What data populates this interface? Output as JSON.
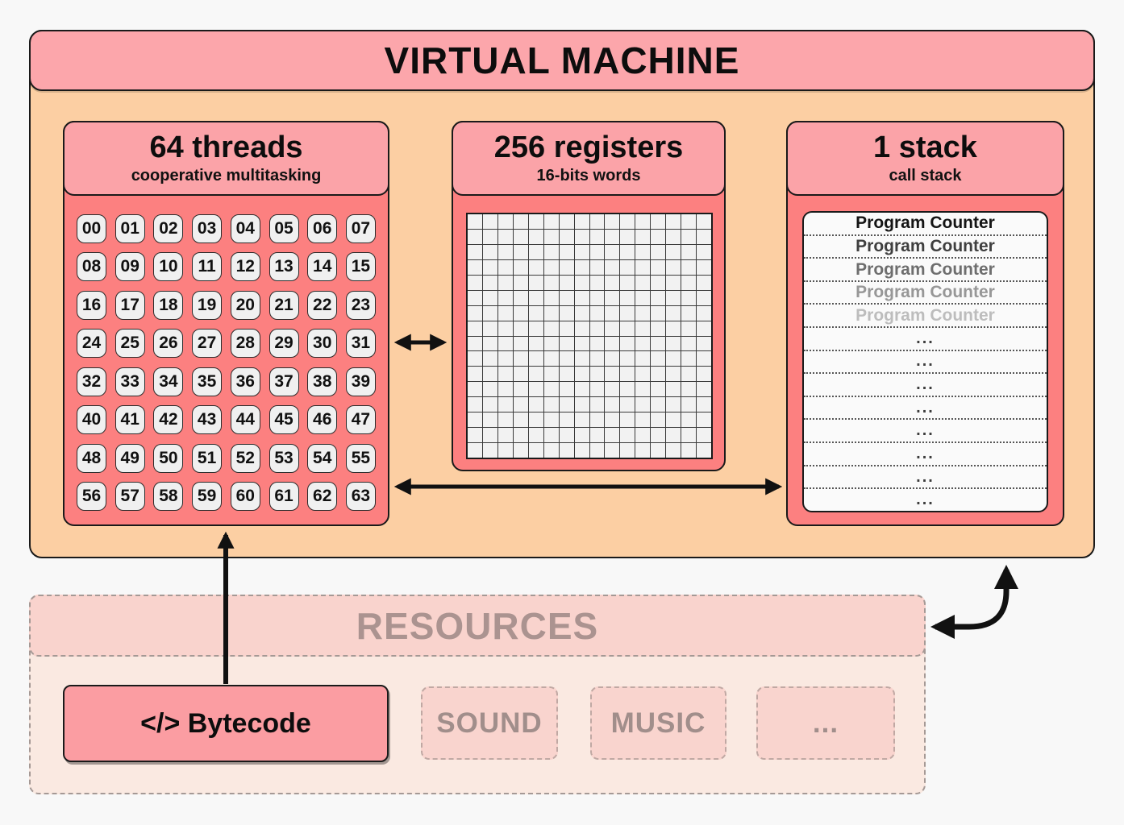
{
  "colors": {
    "page_bg": "#f8f8f8",
    "vm_bg": "#fccfa3",
    "vm_title_bg": "#fca6ab",
    "panel_header_bg": "#fba3a8",
    "panel_body_bg": "#fc8080",
    "thread_cell_bg": "#f0f0f0",
    "stack_list_bg": "#fafafa",
    "resources_bg": "#fae9e1",
    "resources_header_bg": "#f9d3cd",
    "resources_text": "#ab9390",
    "bytecode_bg": "#fb9da2",
    "faded_box_bg": "#f9d4ce",
    "faded_box_text": "#a18e8b",
    "arrow": "#111111"
  },
  "vm": {
    "title": "VIRTUAL MACHINE",
    "threads": {
      "title": "64 threads",
      "subtitle": "cooperative multitasking",
      "cells": [
        "00",
        "01",
        "02",
        "03",
        "04",
        "05",
        "06",
        "07",
        "08",
        "09",
        "10",
        "11",
        "12",
        "13",
        "14",
        "15",
        "16",
        "17",
        "18",
        "19",
        "20",
        "21",
        "22",
        "23",
        "24",
        "25",
        "26",
        "27",
        "28",
        "29",
        "30",
        "31",
        "32",
        "33",
        "34",
        "35",
        "36",
        "37",
        "38",
        "39",
        "40",
        "41",
        "42",
        "43",
        "44",
        "45",
        "46",
        "47",
        "48",
        "49",
        "50",
        "51",
        "52",
        "53",
        "54",
        "55",
        "56",
        "57",
        "58",
        "59",
        "60",
        "61",
        "62",
        "63"
      ]
    },
    "registers": {
      "title": "256 registers",
      "subtitle": "16-bits words",
      "grid_rows": 16,
      "grid_cols": 16
    },
    "stack": {
      "title": "1 stack",
      "subtitle": "call stack",
      "rows": [
        {
          "label": "Program Counter",
          "color": "#141414"
        },
        {
          "label": "Program Counter",
          "color": "#3f3f3f"
        },
        {
          "label": "Program Counter",
          "color": "#6e6e6e"
        },
        {
          "label": "Program Counter",
          "color": "#979797"
        },
        {
          "label": "Program Counter",
          "color": "#bdbdbd"
        },
        {
          "label": "...",
          "color": "#3d3d3d"
        },
        {
          "label": "...",
          "color": "#3d3d3d"
        },
        {
          "label": "...",
          "color": "#3d3d3d"
        },
        {
          "label": "...",
          "color": "#3d3d3d"
        },
        {
          "label": "...",
          "color": "#3d3d3d"
        },
        {
          "label": "...",
          "color": "#3d3d3d"
        },
        {
          "label": "...",
          "color": "#3d3d3d"
        },
        {
          "label": "...",
          "color": "#3d3d3d"
        }
      ]
    }
  },
  "resources": {
    "title": "RESOURCES",
    "items": [
      {
        "label": "</> Bytecode",
        "style": "active"
      },
      {
        "label": "SOUND",
        "style": "faded"
      },
      {
        "label": "MUSIC",
        "style": "faded"
      },
      {
        "label": "...",
        "style": "faded"
      }
    ]
  }
}
